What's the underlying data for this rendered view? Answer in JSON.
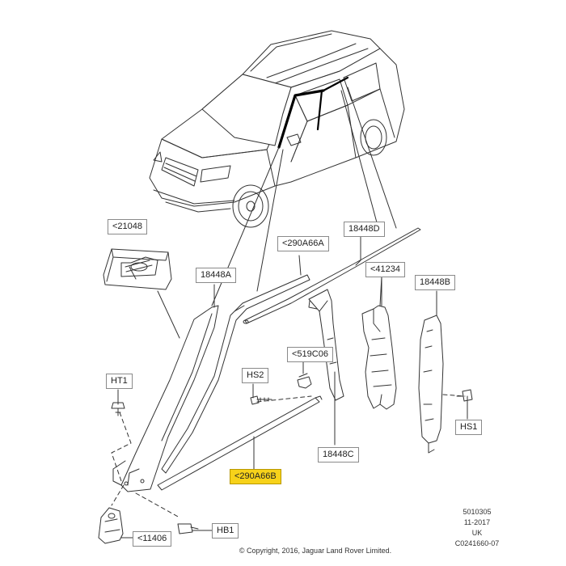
{
  "callouts": {
    "c21048": "<21048",
    "c18448A": "18448A",
    "c290A66A": "<290A66A",
    "c18448D": "18448D",
    "c41234": "<41234",
    "c18448B": "18448B",
    "c519C06": "<519C06",
    "cHT1": "HT1",
    "cHS2": "HS2",
    "cHS1": "HS1",
    "c18448C": "18448C",
    "c290A66B": "<290A66B",
    "cHB1": "HB1",
    "c11406": "<11406"
  },
  "meta": {
    "code1": "5010305",
    "date": "11-2017",
    "region": "UK",
    "ref": "C0241660-07"
  },
  "copyright": "© Copyright, 2016, Jaguar Land Rover Limited.",
  "colors": {
    "highlight": "#f7d21a",
    "line": "#333333"
  }
}
